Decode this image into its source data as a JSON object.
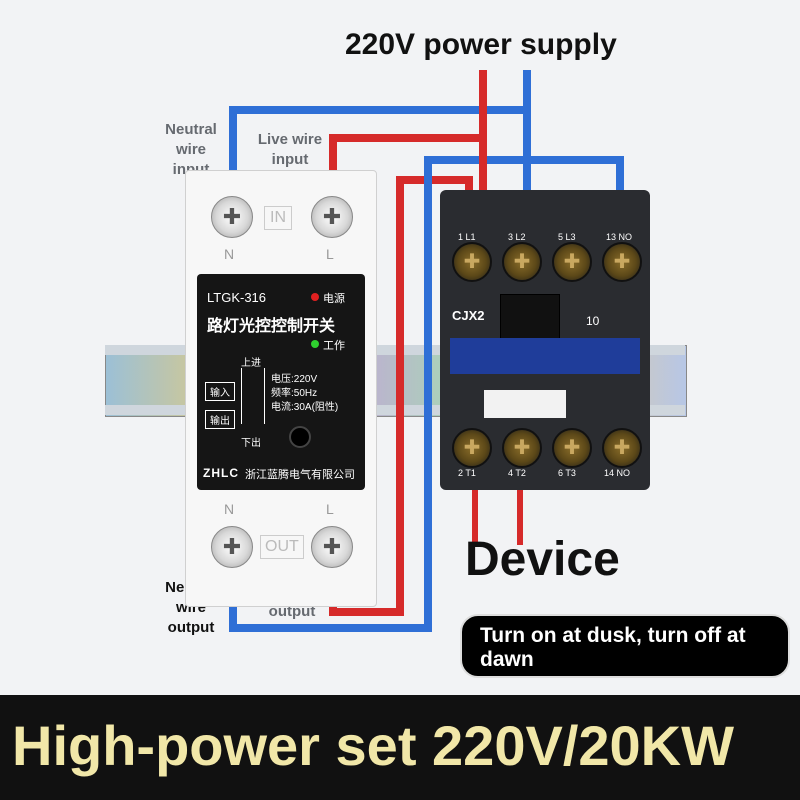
{
  "colors": {
    "live": "#d62a2a",
    "neutral": "#2f6fd6",
    "banner_bg": "#111111",
    "banner_text": "#f1e7a8"
  },
  "header": {
    "supply_label": "220V power supply"
  },
  "callouts": {
    "neutral_in": "Neutral wire input",
    "live_in": "Live wire input",
    "neutral_out": "Neutral wire output",
    "live_out": "Live wire output"
  },
  "module": {
    "in_label": "IN",
    "out_label": "OUT",
    "n_label": "N",
    "l_label": "L",
    "model": "LTGK-316",
    "power_label": "电源",
    "title": "路灯光控控制开关",
    "work_label": "工作",
    "top_in": "上进",
    "bottom_out": "下出",
    "input_box": "输入",
    "output_box": "输出",
    "spec_voltage": "电压:220V",
    "spec_freq": "频率:50Hz",
    "spec_current": "电流:30A(阻性)",
    "brand": "ZHLC",
    "company": "浙江蓝腾电气有限公司"
  },
  "contactor": {
    "model": "CJX2",
    "code": "10",
    "top_terminals": [
      "1 L1",
      "3 L2",
      "5 L3",
      "13 NO"
    ],
    "bottom_terminals": [
      "2 T1",
      "4 T2",
      "6 T3",
      "14 NO"
    ]
  },
  "device_label": "Device",
  "note": "Turn on at dusk, turn off at dawn",
  "banner": "High-power set 220V/20KW",
  "icons": [
    "photosensor-icon",
    "power-led-icon",
    "work-led-icon",
    "screw-terminal-icon"
  ]
}
